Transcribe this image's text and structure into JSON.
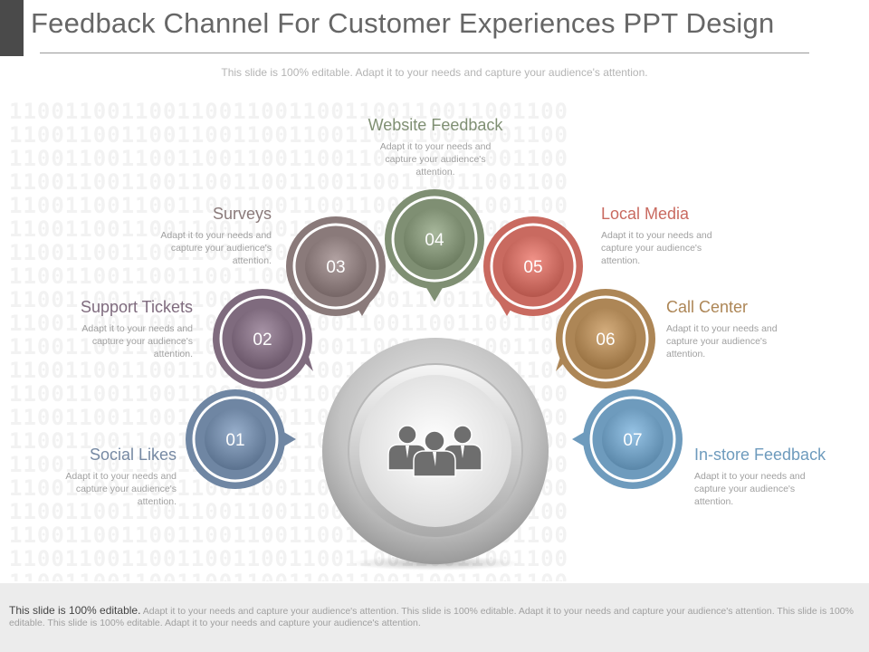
{
  "title": "Feedback Channel For Customer Experiences PPT Design",
  "subtitle": "This slide is 100% editable. Adapt it to your needs and capture your audience's attention.",
  "background_pattern": "1100110011001100110011001100110011001100",
  "center_icon": "people-group-icon",
  "items": [
    {
      "number": "01",
      "title": "Social Likes",
      "desc": "Adapt it to your needs and capture your audience's attention.",
      "color": "#6f86a3"
    },
    {
      "number": "02",
      "title": "Support Tickets",
      "desc": "Adapt it to your needs and capture your audience's attention.",
      "color": "#7f6b7e"
    },
    {
      "number": "03",
      "title": "Surveys",
      "desc": "Adapt it to your needs and capture your audience's attention.",
      "color": "#8a7a7a"
    },
    {
      "number": "04",
      "title": "Website Feedback",
      "desc": "Adapt it to your needs and capture your audience's attention.",
      "color": "#7f8f73"
    },
    {
      "number": "05",
      "title": "Local Media",
      "desc": "Adapt it to your needs and capture your audience's attention.",
      "color": "#c96a60"
    },
    {
      "number": "06",
      "title": "Call Center",
      "desc": "Adapt it to your needs and capture your audience's attention.",
      "color": "#ad8656"
    },
    {
      "number": "07",
      "title": "In-store Feedback",
      "desc": "Adapt it to your needs and capture your audience's attention.",
      "color": "#6e9bbd"
    }
  ],
  "footer": {
    "lead": "This slide is 100% editable.",
    "text": " Adapt it to your needs and capture your audience's attention. This slide is 100% editable. Adapt it to your needs and capture your audience's attention. This slide is 100% editable. This slide is 100% editable. Adapt it to your needs and capture your audience's attention."
  }
}
